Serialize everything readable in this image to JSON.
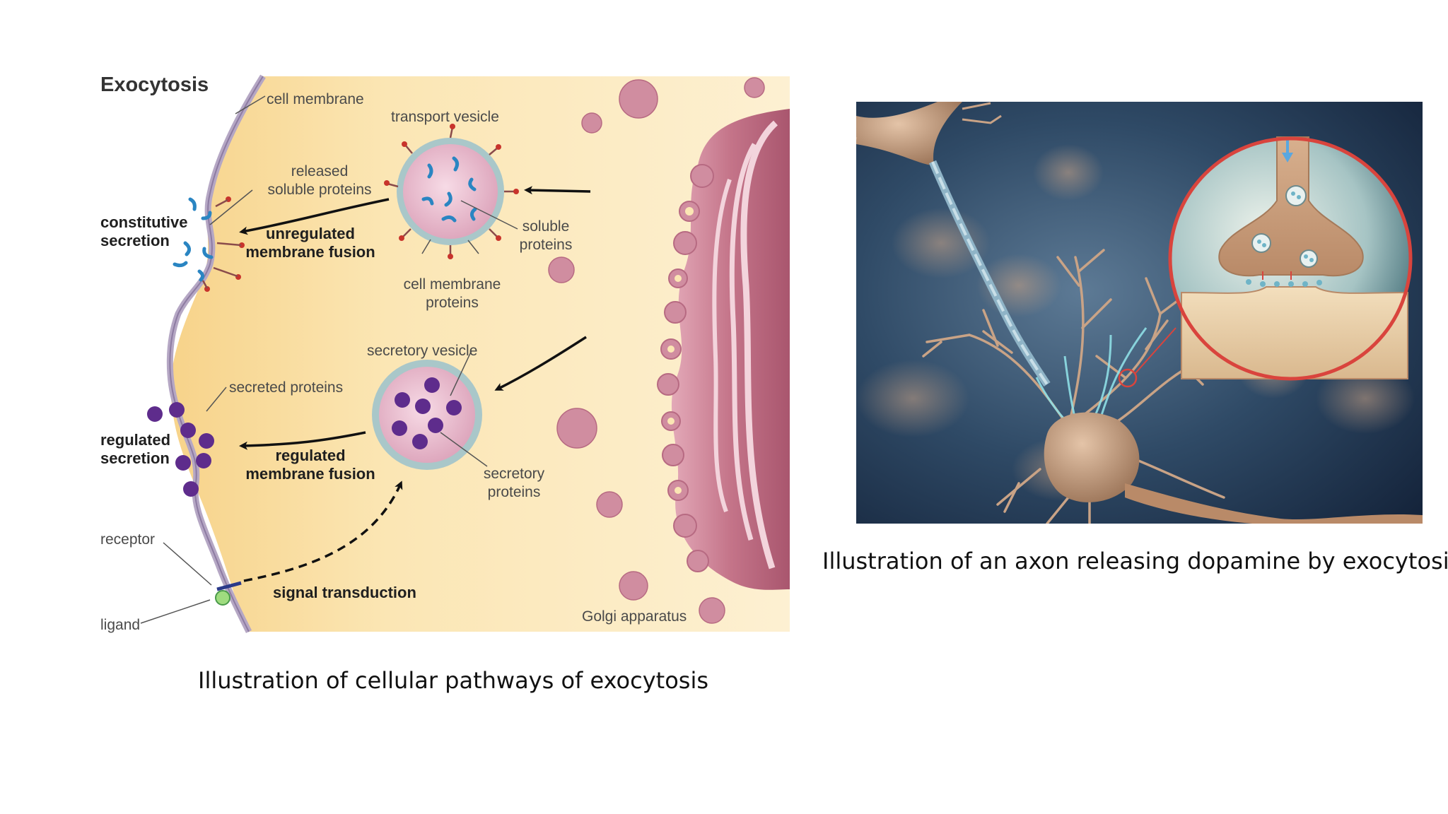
{
  "exocytosis_diagram": {
    "title": "Exocytosis",
    "labels": {
      "cell_membrane": "cell membrane",
      "transport_vesicle": "transport vesicle",
      "released_soluble_proteins": "released\nsoluble proteins",
      "constitutive_secretion": "constitutive\nsecretion",
      "unregulated_membrane_fusion": "unregulated\nmembrane fusion",
      "soluble_proteins": "soluble\nproteins",
      "cell_membrane_proteins": "cell membrane\nproteins",
      "secretory_vesicle": "secretory vesicle",
      "secreted_proteins": "secreted proteins",
      "regulated_secretion": "regulated\nsecretion",
      "regulated_membrane_fusion": "regulated\nmembrane fusion",
      "secretory_proteins": "secretory\nproteins",
      "receptor": "receptor",
      "signal_transduction": "signal transduction",
      "ligand": "ligand",
      "golgi_apparatus": "Golgi apparatus"
    }
  },
  "captions": {
    "left": "Illustration of cellular pathways of exocytosis",
    "right": "Illustration of an axon releasing dopamine by exocytosis"
  },
  "colors": {
    "cytoplasm": "#fbe3a8",
    "membrane": "#b3a4c0",
    "golgi": "#c97e92",
    "vesicle": "#e6b9ca",
    "secretory_protein": "#5e2c8c",
    "soluble_protein": "#2a85c2",
    "neuron_background": "#2a4560",
    "neuron_body": "#c9a386",
    "magnifier_ring": "#d9443d"
  }
}
